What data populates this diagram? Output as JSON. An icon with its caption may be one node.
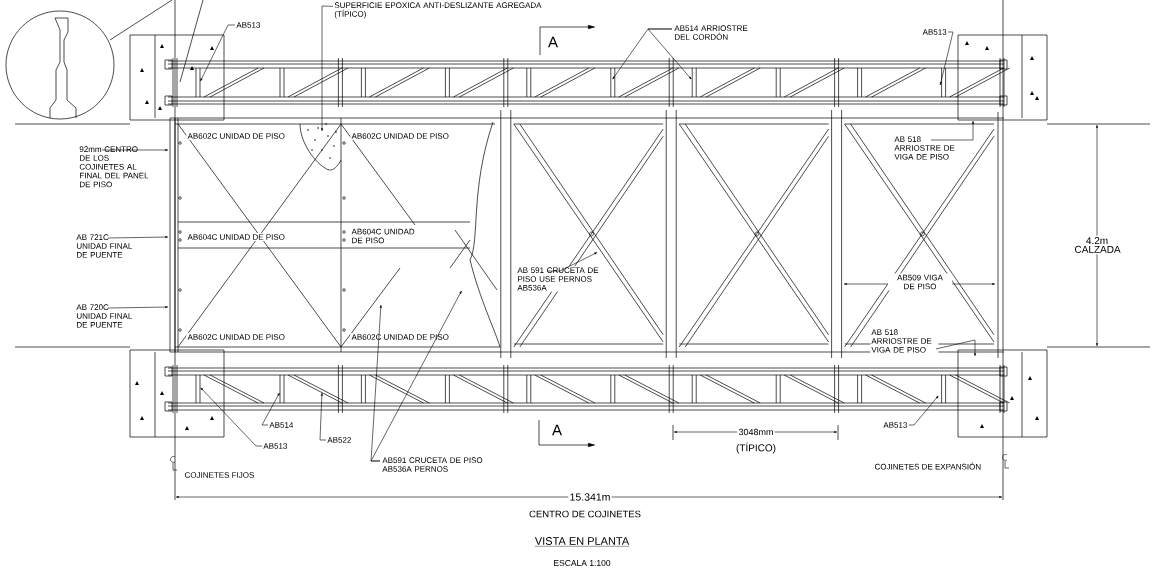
{
  "diagram": {
    "title": "VISTA EN PLANTA",
    "caption": "ESCALA 1:100",
    "nodes": [
      {
        "text": [
          "SUPERFICIE EPOXICA ANTI-DESLIZANTE AGREGADA (TÍPICO)"
        ]
      },
      {
        "text": [
          "AB513"
        ]
      },
      {
        "text": [
          "AB514 ARRIOSTRE DEL CORDÓN"
        ]
      },
      {
        "text": [
          "AB513"
        ]
      },
      {
        "text": [
          "92mm CENTRO DE LOS COJINETES AL FINAL DEL PANEL DE PISO"
        ]
      },
      {
        "text": [
          "AB 721C UNIDAD FINAL DE PUENTE"
        ]
      },
      {
        "text": [
          "AB 720C UNIDAD FINAL DE PUENTE"
        ]
      },
      {
        "text": [
          "AB 591 CRUCETA DE PISO USE PERNOS AB536A"
        ]
      },
      {
        "text": [
          "AB 518 ARRIOSTRE DE VIGA DE PISO"
        ]
      },
      {
        "text": [
          "AB 518 ARRIOSTRE DE VIGA DE PISO"
        ]
      },
      {
        "text": [
          "AB514"
        ]
      },
      {
        "text": [
          "AB513"
        ]
      },
      {
        "text": [
          "AB522"
        ]
      },
      {
        "text": [
          "AB591 CRUCETA DE PISO AB536A PERNOS"
        ]
      },
      {
        "text": [
          "AB513"
        ]
      }
    ],
    "edges": [
      {
        "from": 0,
        "to": null,
        "arrow": "to"
      },
      {
        "from": 1,
        "to": null,
        "arrow": "to"
      },
      {
        "from": 2,
        "to": null,
        "arrow": "to"
      },
      {
        "from": 2,
        "to": null,
        "arrow": "to"
      },
      {
        "from": 3,
        "to": null,
        "arrow": "to"
      },
      {
        "from": 4,
        "to": null,
        "arrow": "to"
      },
      {
        "from": 5,
        "to": null,
        "arrow": "to"
      },
      {
        "from": 6,
        "to": null,
        "arrow": "to"
      },
      {
        "from": 7,
        "to": null,
        "arrow": "to"
      },
      {
        "from": 8,
        "to": null,
        "arrow": "to"
      },
      {
        "from": 9,
        "to": null,
        "arrow": "to"
      },
      {
        "from": 10,
        "to": null,
        "arrow": "to"
      },
      {
        "from": 11,
        "to": null,
        "arrow": "to"
      },
      {
        "from": 12,
        "to": null,
        "arrow": "to"
      },
      {
        "from": 13,
        "to": null,
        "arrow": "to"
      },
      {
        "from": 13,
        "to": null,
        "arrow": "to"
      },
      {
        "from": 14,
        "to": null,
        "arrow": "to"
      }
    ],
    "labels": [
      "AB602C UNIDAD DE PISO",
      "AB602C UNIDAD DE PISO",
      "AB604C UNIDAD DE PISO",
      "AB604C UNIDAD DE PISO",
      "AB602C UNIDAD DE PISO",
      "AB602C UNIDAD DE PISO",
      "AB509 VIGA DE PISO",
      "4.2m CALZADA",
      "3048mm",
      "(TÍPICO)",
      "15.341m",
      "CENTRO DE COJINETES",
      "A",
      "A",
      "COJINETES FIJOS",
      "COJINETES DE EXPANSIÓN"
    ]
  }
}
